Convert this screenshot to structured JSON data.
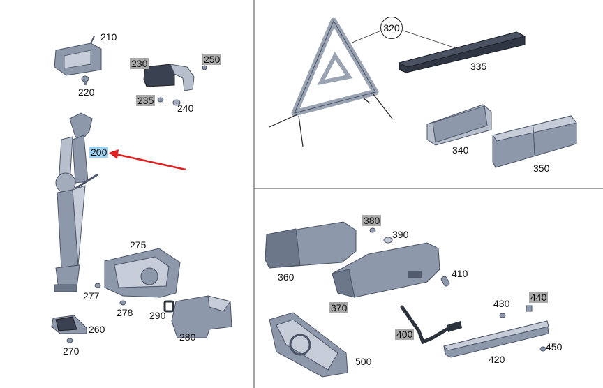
{
  "colors": {
    "part_fill": "#8e98ab",
    "part_dark": "#525c6e",
    "part_light": "#c7cdd8",
    "highlight_label": "#9fd3f0",
    "gray_label": "#a9a9a9",
    "arrow": "#e02020",
    "divider": "#444444"
  },
  "labels": {
    "p210": "210",
    "p220": "220",
    "p230": "230",
    "p235": "235",
    "p240": "240",
    "p250": "250",
    "p200": "200",
    "p275": "275",
    "p277": "277",
    "p278": "278",
    "p290": "290",
    "p280": "280",
    "p260": "260",
    "p270": "270",
    "p320": "320",
    "p335": "335",
    "p340": "340",
    "p350": "350",
    "p380": "380",
    "p390": "390",
    "p360": "360",
    "p410": "410",
    "p370": "370",
    "p430": "430",
    "p440": "440",
    "p400": "400",
    "p450": "450",
    "p420": "420",
    "p500": "500"
  }
}
